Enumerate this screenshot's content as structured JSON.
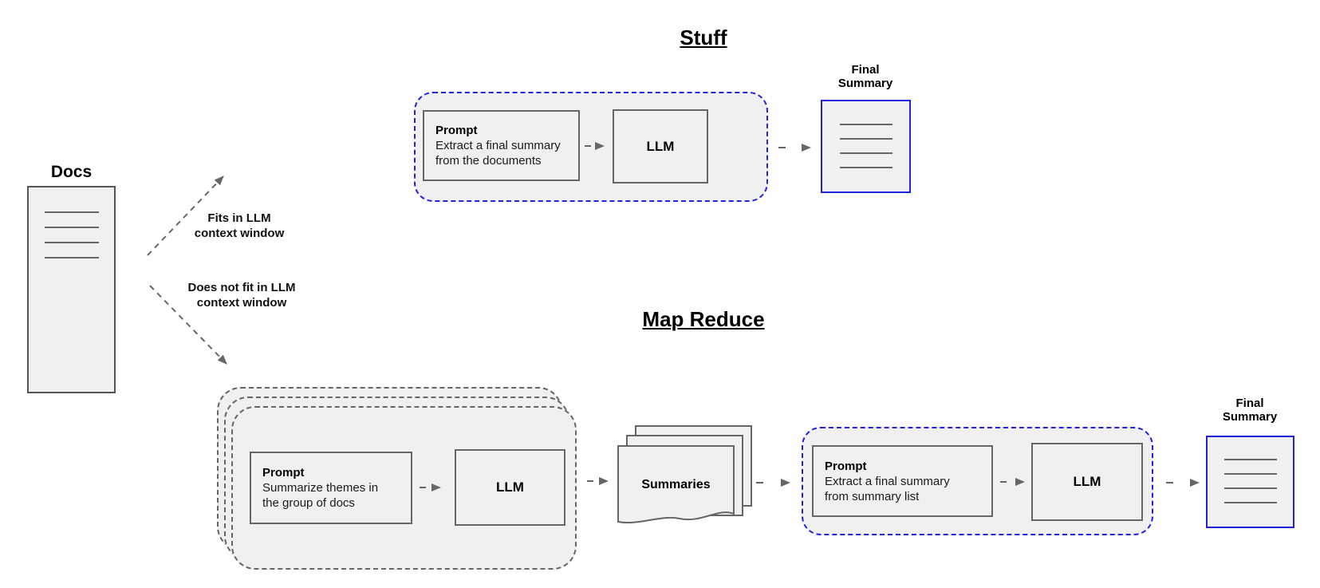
{
  "colors": {
    "accent_blue": "#2222dd",
    "line_gray": "#666666",
    "fill_gray": "#f0f0f0",
    "background": "#ffffff"
  },
  "docs": {
    "label": "Docs"
  },
  "branches": {
    "fits": "Fits in LLM\ncontext window",
    "not_fit": "Does not fit in LLM\ncontext window"
  },
  "stuff": {
    "title": "Stuff",
    "prompt": {
      "title": "Prompt",
      "body": "Extract a final summary\nfrom the documents"
    },
    "llm": "LLM",
    "output": "Final\nSummary"
  },
  "map_reduce": {
    "title": "Map Reduce",
    "map_prompt": {
      "title": "Prompt",
      "body": "Summarize themes in\nthe group of docs"
    },
    "map_llm": "LLM",
    "summaries_label": "Summaries",
    "reduce_prompt": {
      "title": "Prompt",
      "body": "Extract a final summary\nfrom summary list"
    },
    "reduce_llm": "LLM",
    "output": "Final\nSummary"
  }
}
